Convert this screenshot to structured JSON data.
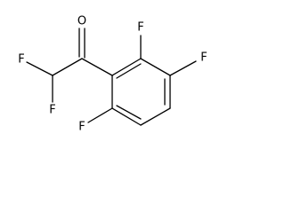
{
  "molecule": {
    "atoms": {
      "oxygen": "O",
      "fluorine_chf2_left": "F",
      "fluorine_chf2_bottom": "F",
      "fluorine_ring_top": "F",
      "fluorine_ring_right": "F",
      "fluorine_ring_bottom_left": "F"
    }
  }
}
